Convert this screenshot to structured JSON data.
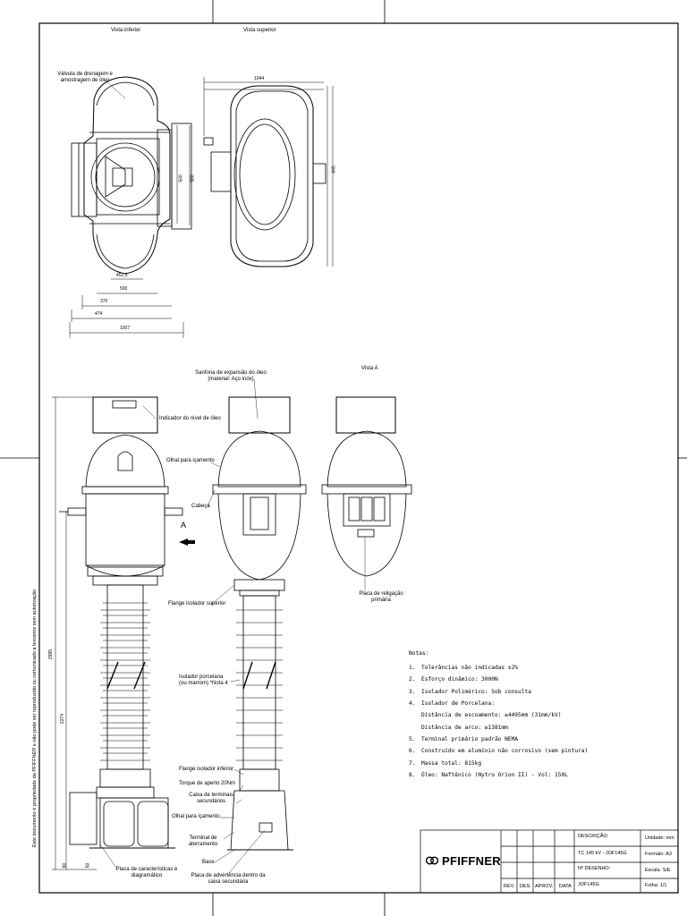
{
  "views": {
    "bottom": "Vista inferior",
    "top": "Vista superior",
    "a": "Vista A"
  },
  "labels": {
    "drain_valve": "Válvula de drenagem e amostragem de óleo",
    "bellows": "Sanfona de expansão do óleo (material: Aço inóx)",
    "oil_level": "Indicador do nível de óleo",
    "lifting_eye": "Olhal para içamento",
    "head": "Cabeça",
    "view_arrow": "A",
    "upper_flange": "Flange isolador superior",
    "porcelain": "Isolador porcelana (ou marrom) *Nota 4",
    "lower_flange": "Flange isolador inferior",
    "torque": "Torque de aperto 20Nm",
    "terminal_box": "Caixa de terminais secundários",
    "lifting_eye_low": "Olhal para içamento",
    "grounding": "Terminal de aterramento",
    "base": "Base",
    "warning_plate": "Placa de advertência dentro da caixa secundária",
    "rating_plate": "Placa de características e diagramático",
    "primary_plate": "Placa de religação primária"
  },
  "dims": {
    "d1007": "1007",
    "d474": "474",
    "d370": "370",
    "d500": "500",
    "d452": "452,5",
    "d1044": "1044",
    "d645": "645",
    "d500v": "500",
    "d560": "560",
    "d2995": "2995",
    "d2274": "2274",
    "d80": "80",
    "d50": "50"
  },
  "notes": {
    "title": "Notas:",
    "items": [
      {
        "k": "1.",
        "t": "Tolerâncias não indicadas ±2%"
      },
      {
        "k": "2.",
        "t": "Esforço dinâmico: 3000N"
      },
      {
        "k": "3.",
        "t": "Isolador Polimérico: Sob consulta"
      },
      {
        "k": "4.",
        "t": "Isolador de Porcelana:"
      }
    ],
    "sub1": "Distância de escoamento: ≥4495mm (31mm/kV)",
    "sub2": "Distância de arco: ≥1381mm",
    "items2": [
      {
        "k": "5.",
        "t": "Terminal primário padrão NEMA"
      },
      {
        "k": "6.",
        "t": "Construído em alumínio não corrosivo (sem pintura)"
      },
      {
        "k": "7.",
        "t": "Massa total: 815kg"
      },
      {
        "k": "8.",
        "t": "Óleo: Naftênico (Nytro Orion II) - Vol: 150L"
      }
    ]
  },
  "side_text": "Este documento é propriedade da PFIFFNER e não pode ser reproduzido ou comunicado a terceiros sem autorização",
  "title_block": {
    "company": "PFIFFNER",
    "descricao_label": "DESCRIÇÃO:",
    "descricao": "TC 145 kV - JOF145G",
    "desenho_label": "Nº DESENHO:",
    "desenho": "JOF145G",
    "rev": "REV.",
    "des": "DES.",
    "aprov": "APROV.",
    "data": "DATA",
    "unidade": "Unidade: mm",
    "formato": "Formato: A3",
    "escala": "Escala: S/E",
    "folha": "Folha: 1/1"
  }
}
